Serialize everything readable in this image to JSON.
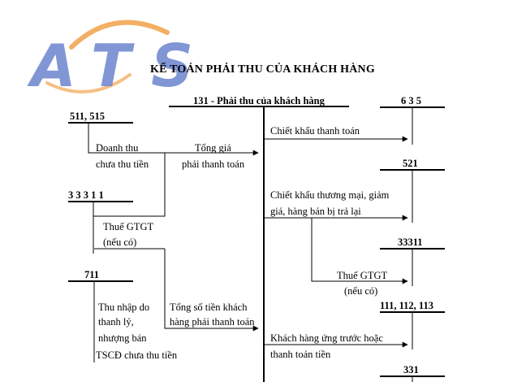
{
  "logo": {
    "text": "ATS",
    "color_main": "#5b76c8",
    "color_arc": "#f2a24a"
  },
  "title": "KẾ TOÁN PHẢI THU CỦA KHÁCH HÀNG",
  "accounts": {
    "center": "131 - Phải thu của khách hàng",
    "a635": "6 3 5",
    "a511": "511, 515",
    "a521": "521",
    "a33311_left": "3 3 3 1 1",
    "a33311_right": "33311",
    "a711": "711",
    "a111": "111, 112, 113",
    "a331": "331"
  },
  "labels": {
    "doanh_thu_1": "Doanh thu",
    "doanh_thu_2": "chưa thu tiền",
    "tong_gia_1": "Tổng giá",
    "tong_gia_2": "phải thanh toán",
    "thue_gtgt_left": "Thuế GTGT",
    "neu_co_left": "(nếu có)",
    "thu_nhap_1": "Thu nhập do",
    "thu_nhap_2": "thanh lý,",
    "thu_nhap_3": "nhượng bán",
    "thu_nhap_4": "TSCĐ chưa thu tiền",
    "tong_so_1": "Tổng số tiền khách",
    "tong_so_2": "hàng phải thanh toán",
    "chiet_khau_tt": "Chiết khấu thanh toán",
    "chiet_khau_tm_1": "Chiết khấu thương mại, giảm",
    "chiet_khau_tm_2": "giá, hàng bán bị trả lại",
    "thue_gtgt_right": "Thuế GTGT",
    "neu_co_right": "(nếu có)",
    "kh_ung_1": "Khách hàng ứng trước hoặc",
    "kh_ung_2": "thanh toán tiền"
  }
}
